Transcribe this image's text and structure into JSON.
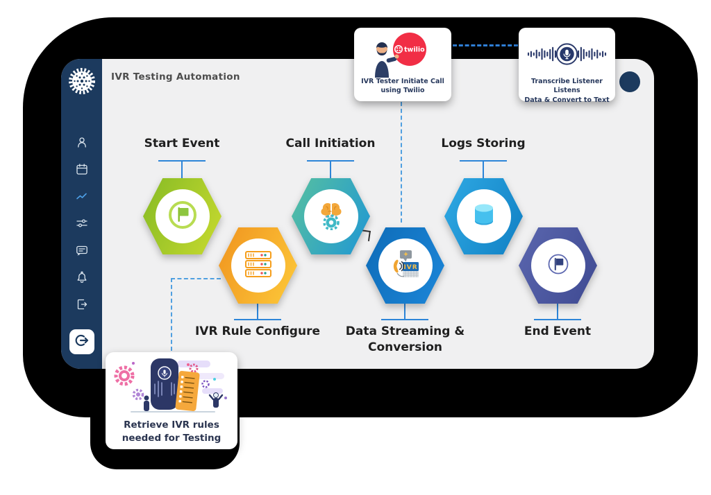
{
  "header": {
    "title": "IVR Testing Automation"
  },
  "sidebar": {
    "logo": "gear-emblem",
    "items": [
      {
        "icon": "user-icon"
      },
      {
        "icon": "calendar-icon"
      },
      {
        "icon": "analytics-icon"
      },
      {
        "icon": "sliders-icon"
      },
      {
        "icon": "chat-icon"
      },
      {
        "icon": "notification-icon"
      },
      {
        "icon": "exit-icon"
      }
    ],
    "logout": {
      "icon": "logout-icon"
    }
  },
  "steps": {
    "start": {
      "label": "Start Event",
      "icon": "flag-icon",
      "color_from": "#86bb25",
      "color_to": "#c8da2f"
    },
    "configure": {
      "label": "IVR Rule Configure",
      "icon": "server-icon",
      "color_from": "#f0941f",
      "color_to": "#fdc93a"
    },
    "call": {
      "label": "Call Initiation",
      "icon": "brain-gear-icon",
      "color_from": "#57c0a0",
      "color_to": "#1f97d4"
    },
    "data": {
      "label": "Data Streaming & Conversion",
      "icon": "ivr-phone-icon",
      "icon_text": "IVR",
      "color_from": "#0e6cb8",
      "color_to": "#1c86d8"
    },
    "logs": {
      "label": "Logs Storing",
      "icon": "database-icon",
      "color_from": "#2fa9e3",
      "color_to": "#1180c4"
    },
    "end": {
      "label": "End Event",
      "icon": "flag-icon",
      "color_from": "#5a66ae",
      "color_to": "#3f4a92"
    }
  },
  "callouts": {
    "twilio": {
      "caption": "IVR Tester Initiate Call\nusing Twilio",
      "brand": "twilio",
      "brand_color": "#f12e45"
    },
    "transcribe": {
      "caption": "Transcribe Listener Listens\nData & Convert to Text"
    },
    "retrieve": {
      "caption": "Retrieve IVR rules\nneeded for Testing"
    }
  },
  "colors": {
    "sidebar_navy": "#1c3a5e",
    "panel_gray": "#f0f0f1",
    "backdrop": "#000000",
    "connector_blue": "#2d85d8",
    "dashed_blue": "#4f9fe0",
    "label_dark": "#1f1f1f",
    "caption_navy": "#27385c"
  }
}
